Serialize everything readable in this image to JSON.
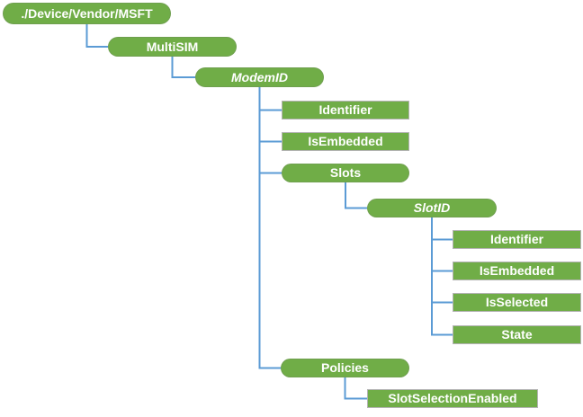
{
  "colors": {
    "node_fill": "#70AD47",
    "node_text": "#FFFFFF",
    "connector": "#5B9BD5",
    "rect_border": "#B3B3B3"
  },
  "nodes": [
    {
      "id": "root",
      "label": "./Device/Vendor/MSFT",
      "shape": "pill",
      "italic": false,
      "parent": null
    },
    {
      "id": "multisim",
      "label": "MultiSIM",
      "shape": "pill",
      "italic": false,
      "parent": "root"
    },
    {
      "id": "modemid",
      "label": "ModemID",
      "shape": "pill",
      "italic": true,
      "parent": "multisim"
    },
    {
      "id": "identifier-1",
      "label": "Identifier",
      "shape": "rect",
      "italic": false,
      "parent": "modemid"
    },
    {
      "id": "isembedded-1",
      "label": "IsEmbedded",
      "shape": "rect",
      "italic": false,
      "parent": "modemid"
    },
    {
      "id": "slots",
      "label": "Slots",
      "shape": "pill",
      "italic": false,
      "parent": "modemid"
    },
    {
      "id": "slotid",
      "label": "SlotID",
      "shape": "pill",
      "italic": true,
      "parent": "slots"
    },
    {
      "id": "identifier-2",
      "label": "Identifier",
      "shape": "rect",
      "italic": false,
      "parent": "slotid"
    },
    {
      "id": "isembedded-2",
      "label": "IsEmbedded",
      "shape": "rect",
      "italic": false,
      "parent": "slotid"
    },
    {
      "id": "isselected",
      "label": "IsSelected",
      "shape": "rect",
      "italic": false,
      "parent": "slotid"
    },
    {
      "id": "state",
      "label": "State",
      "shape": "rect",
      "italic": false,
      "parent": "slotid"
    },
    {
      "id": "policies",
      "label": "Policies",
      "shape": "pill",
      "italic": false,
      "parent": "modemid"
    },
    {
      "id": "slotselection",
      "label": "SlotSelectionEnabled",
      "shape": "rect",
      "italic": false,
      "parent": "policies"
    }
  ]
}
